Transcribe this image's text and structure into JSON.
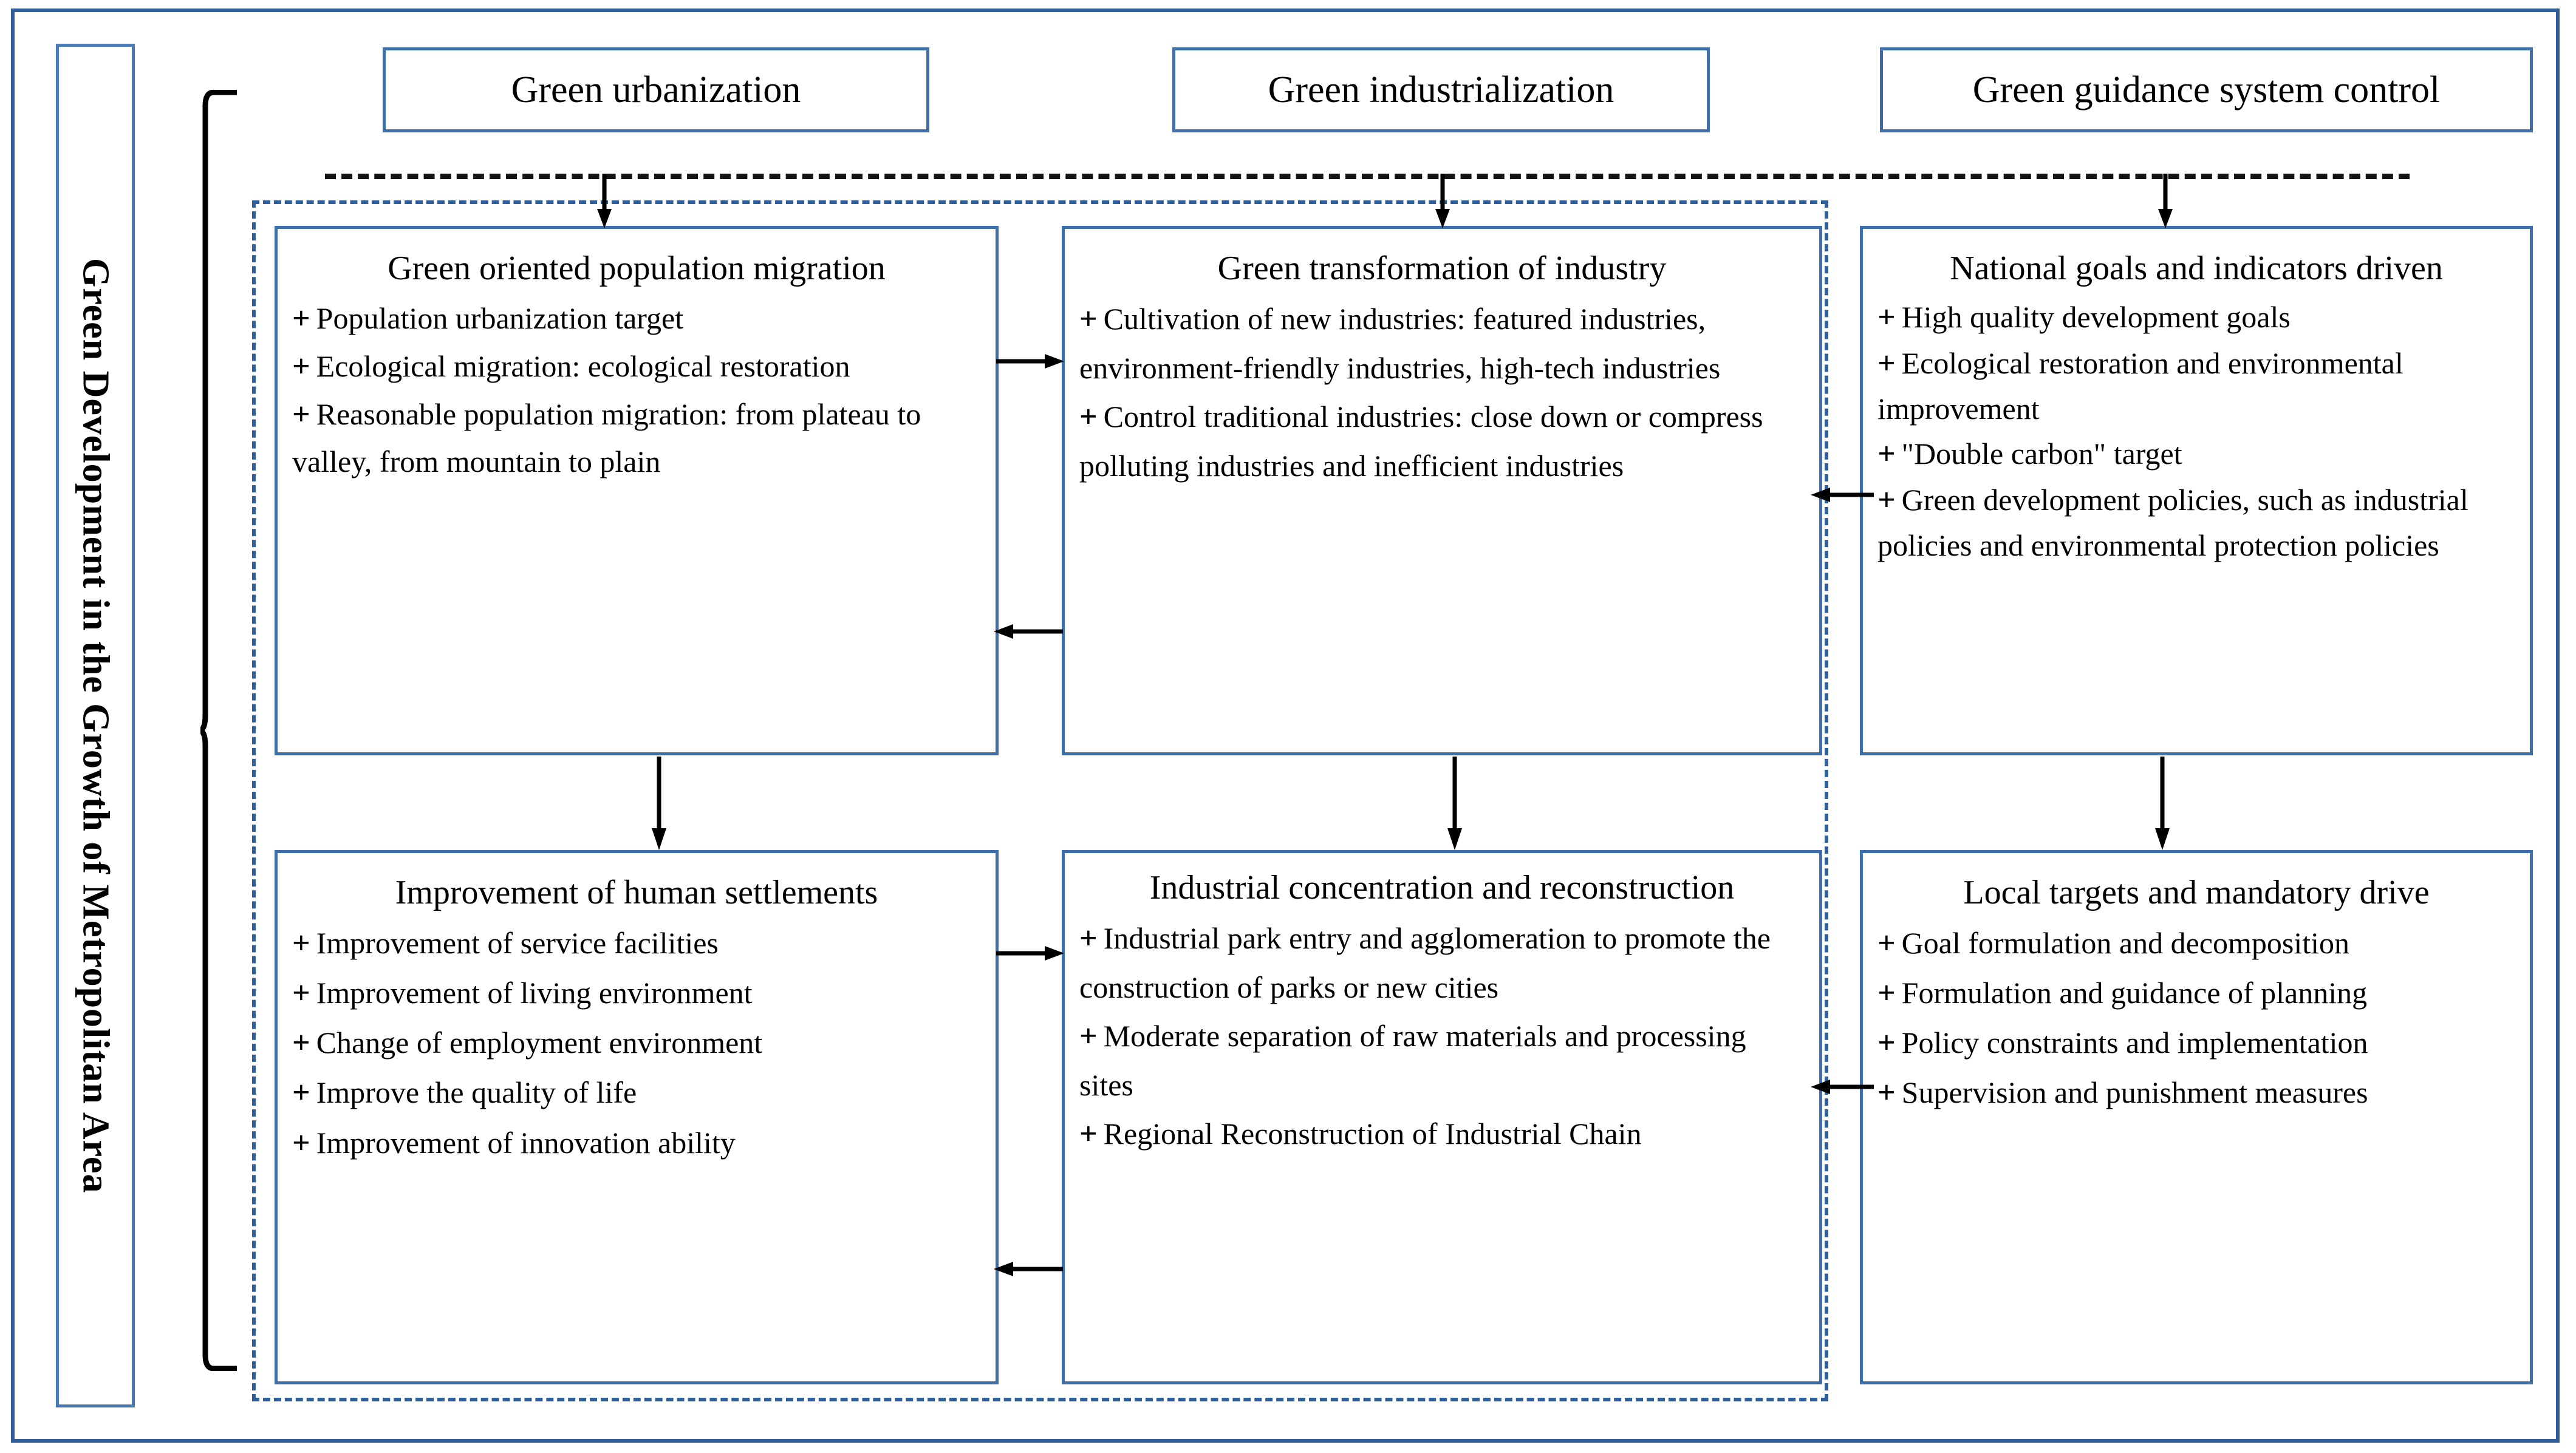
{
  "diagram": {
    "vertical_title": "Green Development in the Growth of Metropolitan Area",
    "headers": [
      {
        "label": "Green urbanization"
      },
      {
        "label": "Green industrialization"
      },
      {
        "label": "Green guidance system control"
      }
    ],
    "boxes": {
      "r1c1": {
        "title": "Green oriented population migration",
        "items": [
          "Population urbanization target",
          "Ecological migration: ecological restoration",
          "Reasonable population migration: from plateau to valley, from mountain to plain"
        ]
      },
      "r1c2": {
        "title": "Green transformation of industry",
        "items": [
          "Cultivation of new industries: featured industries, environment-friendly industries, high-tech industries",
          "Control traditional industries: close down or compress polluting industries and inefficient industries"
        ]
      },
      "r1c3": {
        "title": "National goals and indicators driven",
        "items": [
          "High quality development goals",
          "Ecological restoration and environmental improvement",
          "\"Double carbon\" target",
          "Green development policies, such as industrial policies and environmental protection policies"
        ]
      },
      "r2c1": {
        "title": "Improvement of human settlements",
        "items": [
          "Improvement of service facilities",
          "Improvement of living environment",
          "Change of employment environment",
          "Improve the quality of life",
          "Improvement of innovation ability"
        ]
      },
      "r2c2": {
        "title": "Industrial concentration and reconstruction",
        "items": [
          "Industrial park entry and agglomeration to promote the construction of parks or new cities",
          "Moderate separation of raw materials and processing sites",
          "Regional Reconstruction of Industrial Chain"
        ]
      },
      "r2c3": {
        "title": "Local targets and mandatory drive",
        "items": [
          "Goal formulation and decomposition",
          "Formulation and guidance of planning",
          "Policy constraints and implementation",
          "Supervision and punishment measures"
        ]
      }
    },
    "bullet_marker": "+",
    "colors": {
      "box_border": "#3f6fab",
      "outer_border": "#2f5d96",
      "dashed_group": "#2f6099",
      "dashed_flow": "#141414",
      "arrow": "#000000",
      "text": "#000000"
    }
  }
}
